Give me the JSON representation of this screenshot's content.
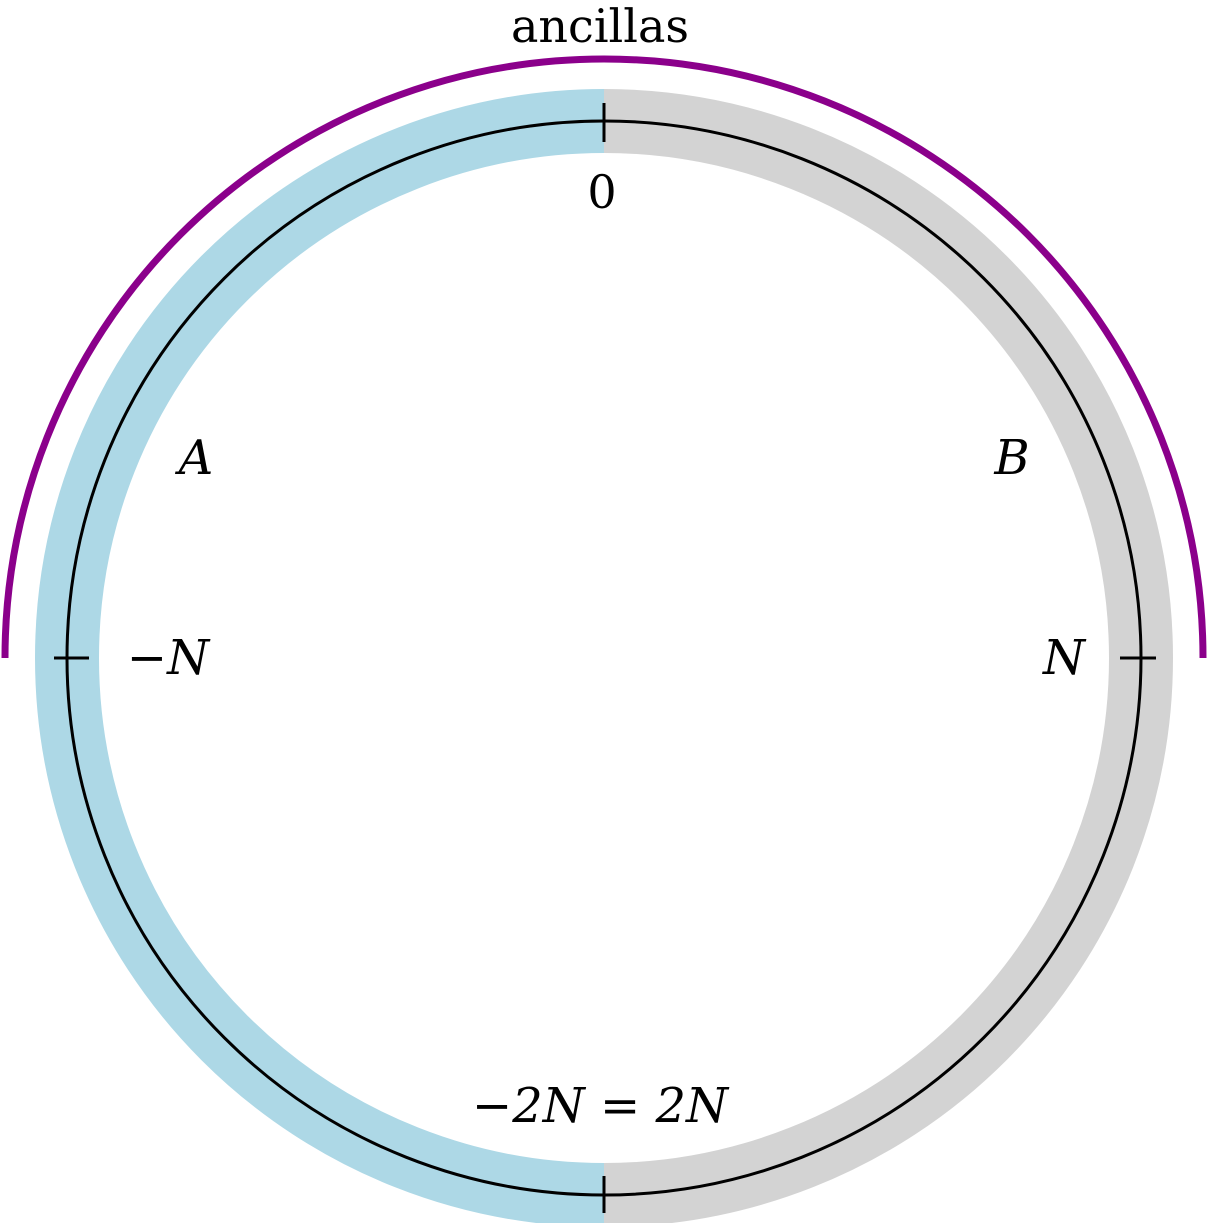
{
  "diagram": {
    "top_label": "ancillas",
    "region_labels": {
      "left": "A",
      "right": "B"
    },
    "tick_labels": {
      "top": "0",
      "left": "−N",
      "right": "N",
      "bottom": "−2N = 2N"
    },
    "colors": {
      "region_a": "#add8e6",
      "region_b": "#d3d3d3",
      "ancilla_arc": "#8b008b",
      "circle": "#000000"
    }
  }
}
